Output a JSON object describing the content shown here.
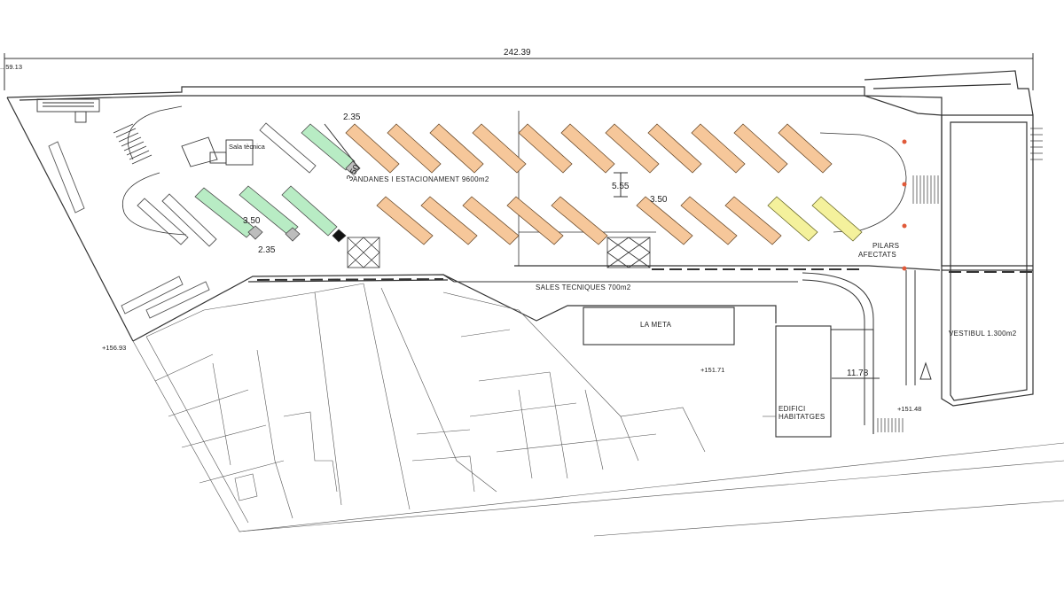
{
  "plan": {
    "overall_dimension": "242.39",
    "left_level": "...59.13",
    "level_left": "+156.93",
    "level_meta": "+151.71",
    "level_right": "+151.48",
    "dim_bay_width_top": "2.35",
    "dim_bay_angle_top": "3.50",
    "dim_bay_width_left": "2.35",
    "dim_bay_angle_left": "3.50",
    "dim_aisle": "5.55",
    "dim_bay_angle_mid": "3.50",
    "dim_building": "11.78",
    "label_platforms": "ANDANES I ESTACIONAMENT 9600m2",
    "label_technical": "SALES TECNIQUES 700m2",
    "label_meta": "LA META",
    "label_lobby": "VESTIBUL 1.300m2",
    "label_pillars_1": "PILARS",
    "label_pillars_2": "AFECTATS",
    "label_housing_1": "EDIFICI",
    "label_housing_2": "HABITATGES",
    "label_small_room": "Sala tècnica"
  },
  "colors": {
    "bus_green": "#b8ecc4",
    "bus_orange": "#f6c79a",
    "bus_yellow": "#f4f19c",
    "bus_stub": "#bdbdbd",
    "line": "#333333",
    "pillar_red": "#e05a3a"
  }
}
